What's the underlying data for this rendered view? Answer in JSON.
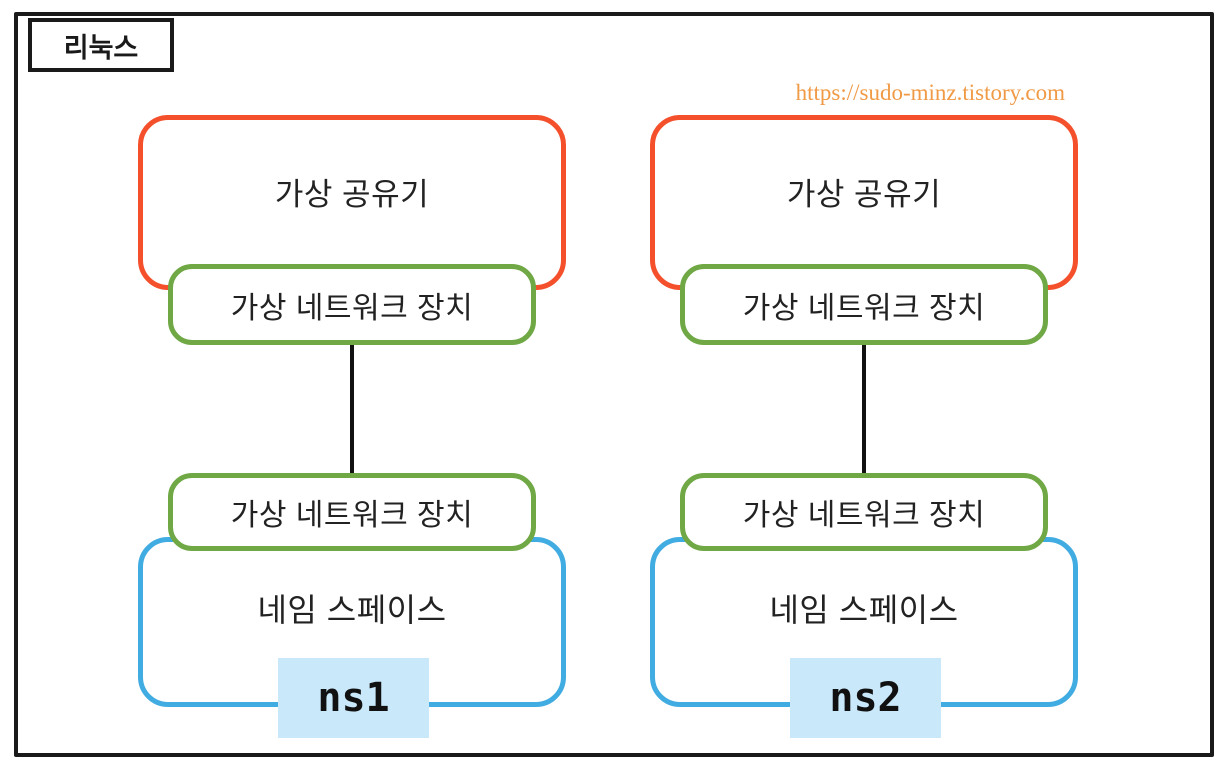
{
  "diagram": {
    "outer_label": "리눅스",
    "watermark": "https://sudo-minz.tistory.com"
  },
  "columns": [
    {
      "router": "가상 공유기",
      "veth_host": "가상 네트워크 장치",
      "veth_ns": "가상 네트워크 장치",
      "namespace": "네임 스페이스",
      "ns_name": "ns1"
    },
    {
      "router": "가상 공유기",
      "veth_host": "가상 네트워크 장치",
      "veth_ns": "가상 네트워크 장치",
      "namespace": "네임 스페이스",
      "ns_name": "ns2"
    }
  ],
  "colors": {
    "outer_border": "#1A1A1A",
    "router_border": "#F4502C",
    "veth_border": "#6FA845",
    "namespace_border": "#41ACE2",
    "ns_tag_fill": "#C9E9FA",
    "watermark_text": "#F09A46",
    "connector_line": "#111111"
  }
}
